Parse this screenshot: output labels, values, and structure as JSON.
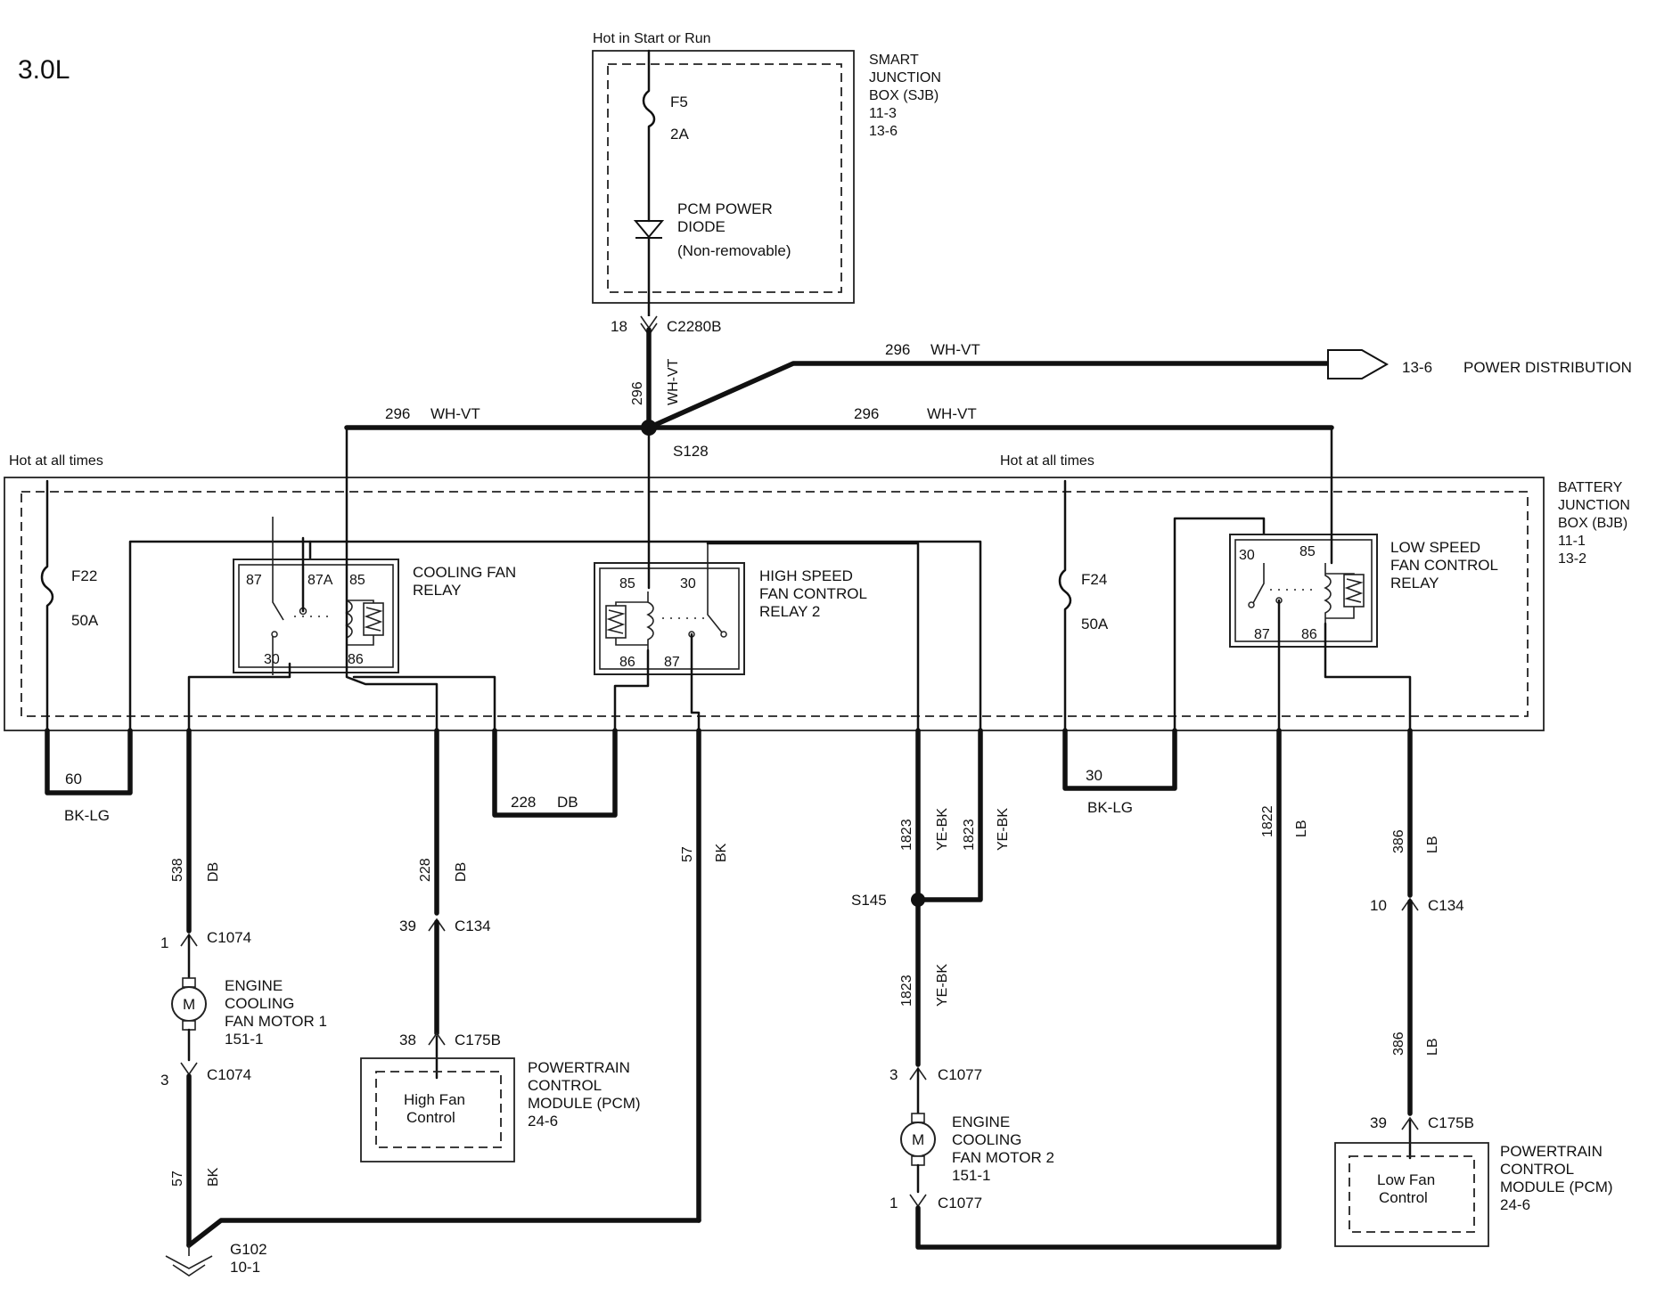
{
  "engine_label": "3.0L",
  "sjb": {
    "hot_label": "Hot in Start or Run",
    "title": [
      "SMART",
      "JUNCTION",
      "BOX (SJB)",
      "11-3",
      "13-6"
    ],
    "fuse_name": "F5",
    "fuse_rating": "2A",
    "diode_label": [
      "PCM POWER",
      "DIODE",
      "(Non-removable)"
    ],
    "pin": "18",
    "connector": "C2280B",
    "wire_num": "296",
    "wire_color": "WH-VT"
  },
  "splice_s128": {
    "name": "S128",
    "wire_left": "296",
    "color_left": "WH-VT",
    "wire_right": "296",
    "color_right": "WH-VT",
    "wire_up": "296",
    "color_up": "WH-VT"
  },
  "power_distribution": {
    "ref": "13-6",
    "label": "POWER DISTRIBUTION"
  },
  "bjb": {
    "title": [
      "BATTERY",
      "JUNCTION",
      "BOX (BJB)",
      "11-1",
      "13-2"
    ],
    "hot_left": "Hot at all times",
    "hot_right": "Hot at all times",
    "fuse_f22": "F22",
    "fuse_f22_rating": "50A",
    "fuse_f24": "F24",
    "fuse_f24_rating": "50A"
  },
  "relays": {
    "cooling_fan": {
      "label": [
        "COOLING FAN",
        "RELAY"
      ],
      "pins": [
        "87",
        "87A",
        "85",
        "30",
        "86"
      ]
    },
    "high_speed": {
      "label": [
        "HIGH SPEED",
        "FAN CONTROL",
        "RELAY  2"
      ],
      "pins": [
        "85",
        "30",
        "86",
        "87"
      ]
    },
    "low_speed": {
      "label": [
        "LOW SPEED",
        "FAN CONTROL",
        "RELAY"
      ],
      "pins": [
        "30",
        "85",
        "87",
        "86"
      ]
    }
  },
  "wires": {
    "w60": "60",
    "bk_lg_left": "BK-LG",
    "w538": "538",
    "db_538": "DB",
    "w228a": "228",
    "db_228a": "DB",
    "w228b": "228",
    "db_228b": "DB",
    "w57a": "57",
    "bk_57a": "BK",
    "w57b": "57",
    "bk_57b": "BK",
    "w1823a": "1823",
    "ye_bk_a": "YE-BK",
    "w1823b": "1823",
    "ye_bk_b": "YE-BK",
    "w1823c": "1823",
    "ye_bk_c": "YE-BK",
    "w30": "30",
    "bk_lg_right": "BK-LG",
    "w1822": "1822",
    "lb_1822": "LB",
    "w386a": "386",
    "lb_386a": "LB",
    "w386b": "386",
    "lb_386b": "LB"
  },
  "connectors": {
    "c1074_top_pin": "1",
    "c1074_top": "C1074",
    "c1074_bot_pin": "3",
    "c1074_bot": "C1074",
    "c134_left_pin": "39",
    "c134_left": "C134",
    "c175b_left_pin": "38",
    "c175b_left": "C175B",
    "s145": "S145",
    "c1077_top_pin": "3",
    "c1077_top": "C1077",
    "c1077_bot_pin": "1",
    "c1077_bot": "C1077",
    "c134_right_pin": "10",
    "c134_right": "C134",
    "c175b_right_pin": "39",
    "c175b_right": "C175B"
  },
  "motor1": {
    "symbol": "M",
    "label": [
      "ENGINE",
      "COOLING",
      "FAN MOTOR 1",
      "151-1"
    ]
  },
  "motor2": {
    "symbol": "M",
    "label": [
      "ENGINE",
      "COOLING",
      "FAN MOTOR 2",
      "151-1"
    ]
  },
  "pcm_left": {
    "inner": [
      "High Fan",
      "Control"
    ],
    "label": [
      "POWERTRAIN",
      "CONTROL",
      "MODULE (PCM)",
      "24-6"
    ]
  },
  "pcm_right": {
    "inner": [
      "Low Fan",
      "Control"
    ],
    "label": [
      "POWERTRAIN",
      "CONTROL",
      "MODULE (PCM)",
      "24-6"
    ]
  },
  "ground": {
    "name": "G102",
    "ref": "10-1"
  }
}
